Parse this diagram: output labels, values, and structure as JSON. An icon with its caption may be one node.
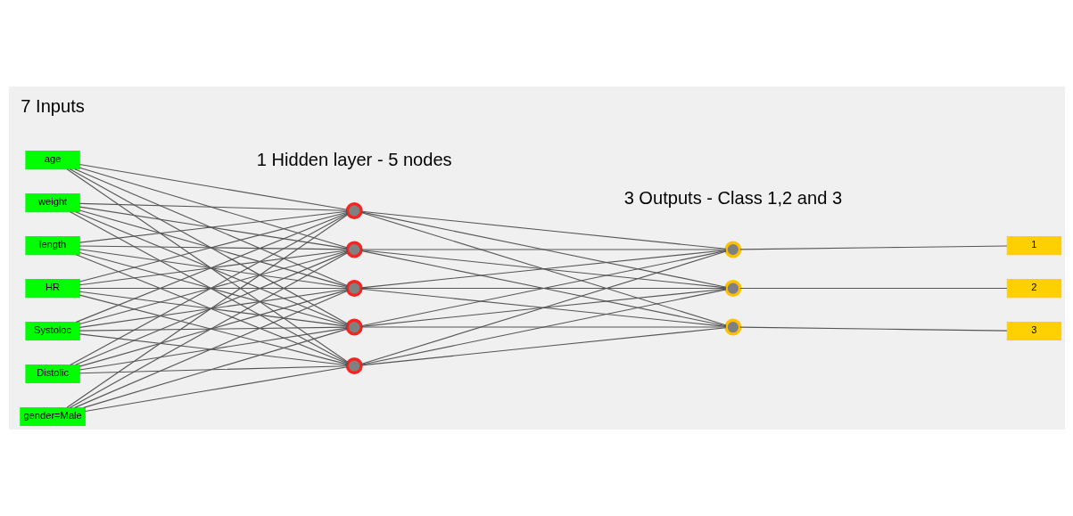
{
  "diagram": {
    "nodes": [
      {
        "text": [
          "gender=Male"
        ]
      },
      {
        "text": [
          "age"
        ]
      },
      {
        "text": [
          "weight"
        ]
      },
      {
        "text": [
          "length"
        ]
      },
      {
        "text": [
          "HR"
        ]
      },
      {
        "text": [
          "Systoloc"
        ]
      },
      {
        "text": [
          "Distolic"
        ]
      },
      {
        "text": [],
        "shape": "circle"
      },
      {
        "text": [],
        "shape": "circle"
      },
      {
        "text": [],
        "shape": "circle"
      },
      {
        "text": [],
        "shape": "circle"
      },
      {
        "text": [],
        "shape": "circle"
      },
      {
        "text": [],
        "shape": "circle"
      },
      {
        "text": [],
        "shape": "circle"
      },
      {
        "text": [],
        "shape": "circle"
      },
      {
        "text": [
          "1"
        ]
      },
      {
        "text": [
          "2"
        ]
      },
      {
        "text": [
          "3"
        ]
      }
    ],
    "edges": [
      {
        "from": 0,
        "to": 7,
        "arrow": "none"
      },
      {
        "from": 0,
        "to": 8,
        "arrow": "none"
      },
      {
        "from": 0,
        "to": 9,
        "arrow": "none"
      },
      {
        "from": 0,
        "to": 10,
        "arrow": "none"
      },
      {
        "from": 0,
        "to": 11,
        "arrow": "none"
      },
      {
        "from": 1,
        "to": 7,
        "arrow": "none"
      },
      {
        "from": 1,
        "to": 8,
        "arrow": "none"
      },
      {
        "from": 1,
        "to": 9,
        "arrow": "none"
      },
      {
        "from": 1,
        "to": 10,
        "arrow": "none"
      },
      {
        "from": 1,
        "to": 11,
        "arrow": "none"
      },
      {
        "from": 2,
        "to": 7,
        "arrow": "none"
      },
      {
        "from": 2,
        "to": 8,
        "arrow": "none"
      },
      {
        "from": 2,
        "to": 9,
        "arrow": "none"
      },
      {
        "from": 2,
        "to": 10,
        "arrow": "none"
      },
      {
        "from": 2,
        "to": 11,
        "arrow": "none"
      },
      {
        "from": 3,
        "to": 7,
        "arrow": "none"
      },
      {
        "from": 3,
        "to": 8,
        "arrow": "none"
      },
      {
        "from": 3,
        "to": 9,
        "arrow": "none"
      },
      {
        "from": 3,
        "to": 10,
        "arrow": "none"
      },
      {
        "from": 3,
        "to": 11,
        "arrow": "none"
      },
      {
        "from": 4,
        "to": 7,
        "arrow": "none"
      },
      {
        "from": 4,
        "to": 8,
        "arrow": "none"
      },
      {
        "from": 4,
        "to": 9,
        "arrow": "none"
      },
      {
        "from": 4,
        "to": 10,
        "arrow": "none"
      },
      {
        "from": 4,
        "to": 11,
        "arrow": "none"
      },
      {
        "from": 5,
        "to": 7,
        "arrow": "none"
      },
      {
        "from": 5,
        "to": 8,
        "arrow": "none"
      },
      {
        "from": 5,
        "to": 9,
        "arrow": "none"
      },
      {
        "from": 5,
        "to": 10,
        "arrow": "none"
      },
      {
        "from": 5,
        "to": 11,
        "arrow": "none"
      },
      {
        "from": 6,
        "to": 7,
        "arrow": "none"
      },
      {
        "from": 6,
        "to": 8,
        "arrow": "none"
      },
      {
        "from": 6,
        "to": 9,
        "arrow": "none"
      },
      {
        "from": 6,
        "to": 10,
        "arrow": "none"
      },
      {
        "from": 6,
        "to": 11,
        "arrow": "none"
      },
      {
        "from": 7,
        "to": 12,
        "arrow": "none"
      },
      {
        "from": 7,
        "to": 13,
        "arrow": "none"
      },
      {
        "from": 7,
        "to": 14,
        "arrow": "none"
      },
      {
        "from": 8,
        "to": 12,
        "arrow": "none"
      },
      {
        "from": 8,
        "to": 13,
        "arrow": "none"
      },
      {
        "from": 8,
        "to": 14,
        "arrow": "none"
      },
      {
        "from": 9,
        "to": 12,
        "arrow": "none"
      },
      {
        "from": 9,
        "to": 13,
        "arrow": "none"
      },
      {
        "from": 9,
        "to": 14,
        "arrow": "none"
      },
      {
        "from": 10,
        "to": 12,
        "arrow": "none"
      },
      {
        "from": 10,
        "to": 13,
        "arrow": "none"
      },
      {
        "from": 10,
        "to": 14,
        "arrow": "none"
      },
      {
        "from": 11,
        "to": 12,
        "arrow": "none"
      },
      {
        "from": 11,
        "to": 13,
        "arrow": "none"
      },
      {
        "from": 11,
        "to": 14,
        "arrow": "none"
      },
      {
        "from": 12,
        "to": 15,
        "arrow": "none"
      },
      {
        "from": 13,
        "to": 16,
        "arrow": "none"
      },
      {
        "from": 14,
        "to": 17,
        "arrow": "none"
      }
    ],
    "labels": [
      "7 Inputs",
      "1 Hidden layer - 5 nodes",
      "3 Outputs - Class 1,2 and 3"
    ]
  }
}
